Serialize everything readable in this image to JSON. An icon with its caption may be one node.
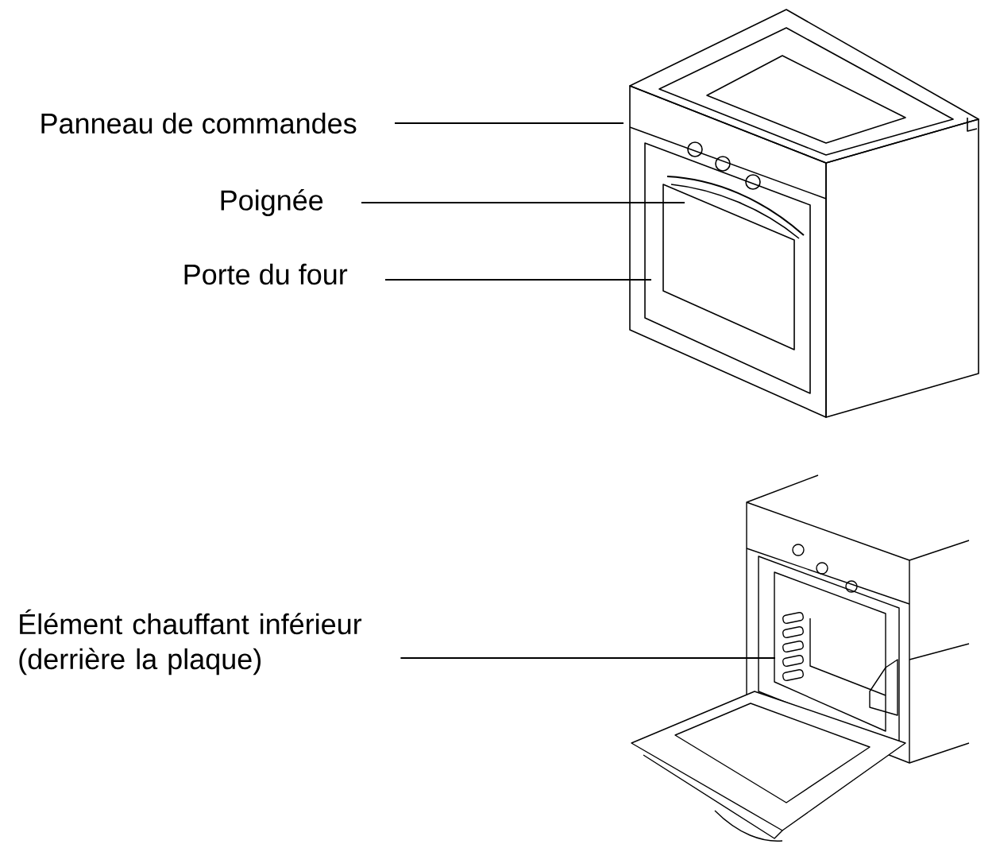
{
  "diagram": {
    "nodes": [
      {
        "text": [
          "Panneau de commandes"
        ]
      },
      {
        "text": [
          "Poignée"
        ]
      },
      {
        "text": [
          "Porte du four"
        ]
      },
      {
        "text": [
          "Élément chauffant inférieur (derrière la plaque)"
        ]
      }
    ],
    "edges": [
      {
        "from": 0,
        "to": null,
        "arrow": "none"
      },
      {
        "from": 1,
        "to": null,
        "arrow": "none"
      },
      {
        "from": 2,
        "to": null,
        "arrow": "none"
      },
      {
        "from": 3,
        "to": null,
        "arrow": "none"
      }
    ]
  }
}
